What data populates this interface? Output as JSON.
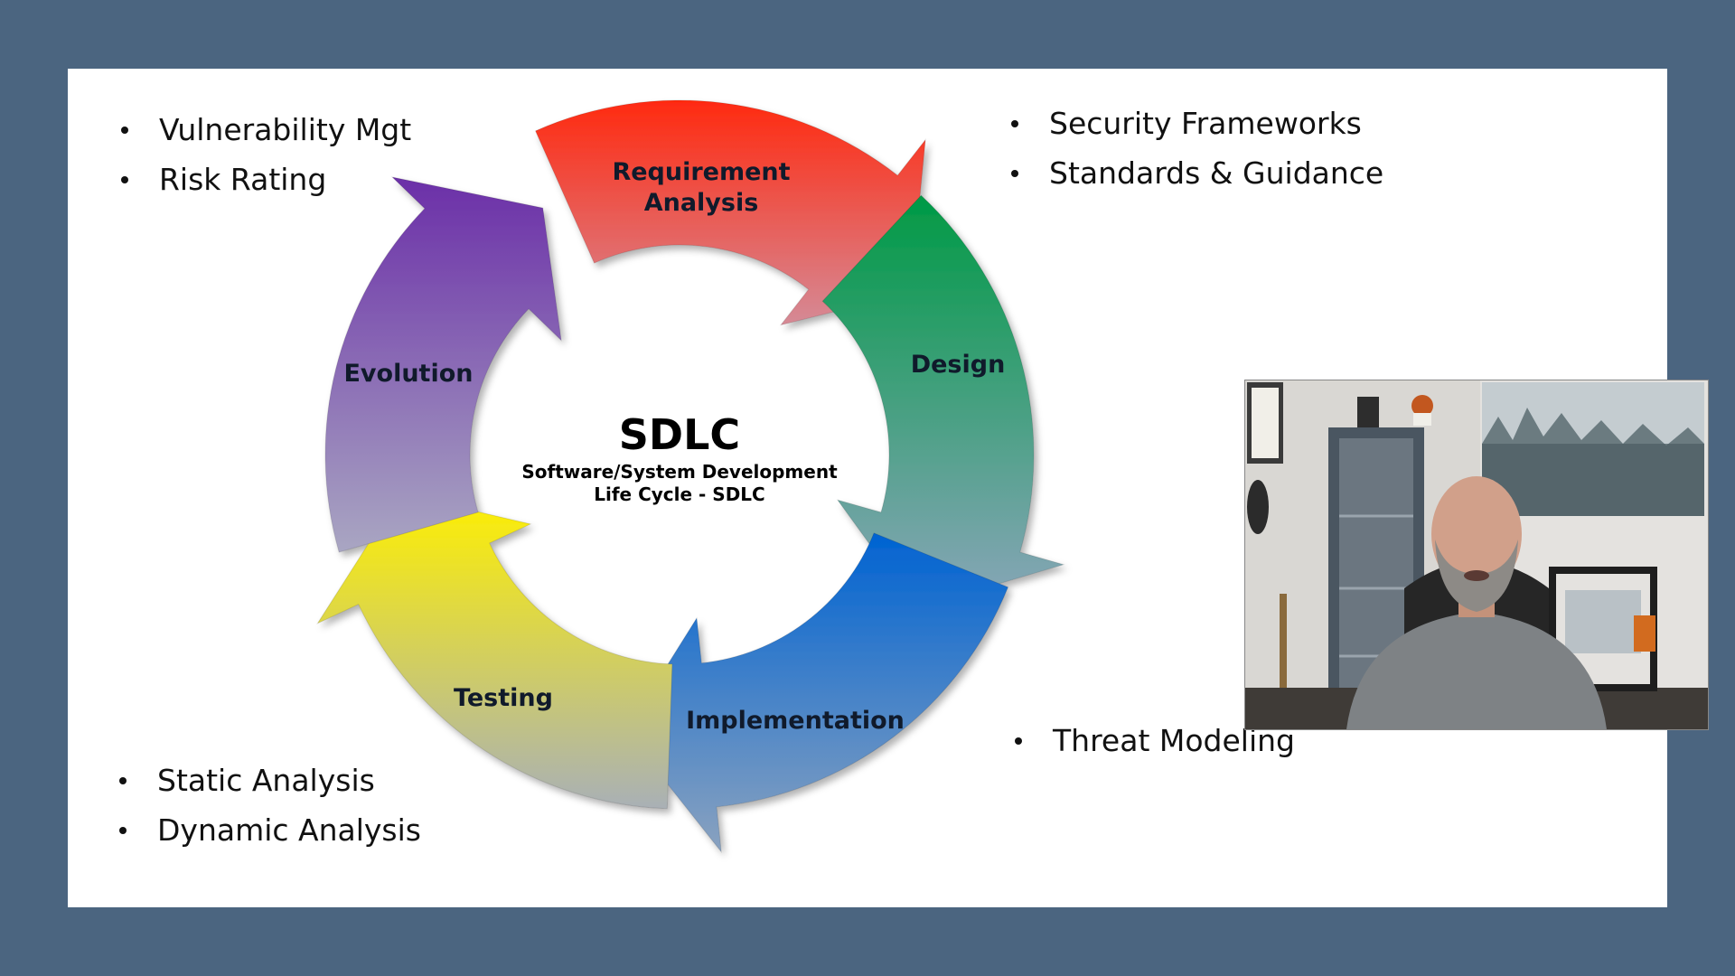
{
  "bullets": {
    "top_left": [
      "Vulnerability Mgt",
      "Risk Rating"
    ],
    "top_right": [
      "Security Frameworks",
      "Standards & Guidance"
    ],
    "bottom_left": [
      "Static Analysis",
      "Dynamic Analysis"
    ],
    "mid_right": [
      "Threat Modeling"
    ]
  },
  "diagram": {
    "center_title": "SDLC",
    "center_subtitle_line1": "Software/System Development",
    "center_subtitle_line2": "Life Cycle - SDLC",
    "stages": {
      "requirement_line1": "Requirement",
      "requirement_line2": "Analysis",
      "design": "Design",
      "implementation": "Implementation",
      "testing": "Testing",
      "evolution": "Evolution"
    },
    "colors": {
      "requirement": "#e8261c",
      "design": "#0b9a52",
      "implementation": "#1b6fc8",
      "testing": "#f5e400",
      "evolution": "#6e3ea9"
    }
  },
  "webcam": {
    "presenter": "man in gray shirt"
  }
}
